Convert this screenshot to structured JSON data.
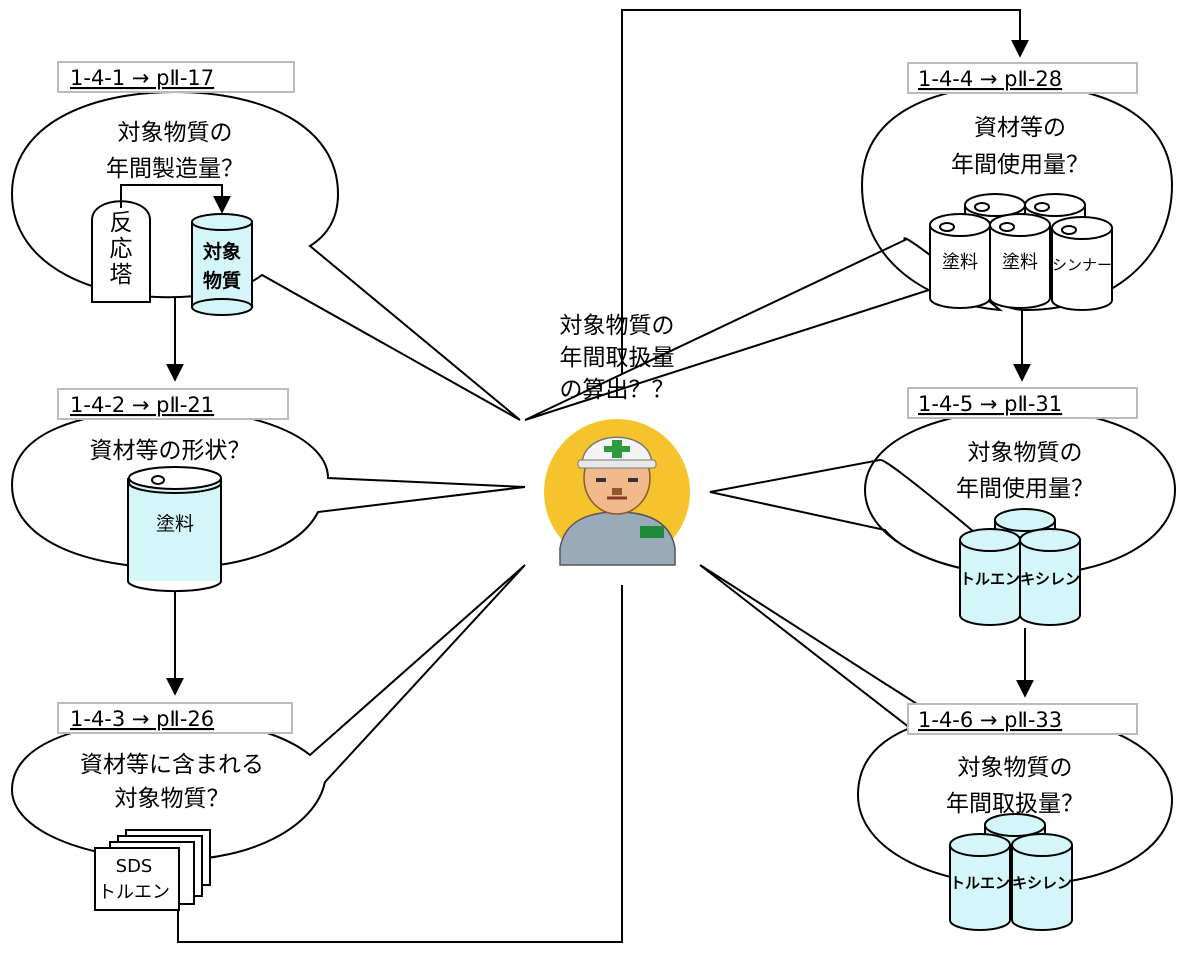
{
  "center": {
    "lines": [
      "対象物質の",
      "年間取扱量",
      "の算出？？"
    ],
    "avatar_icon": "worker-helmet-icon"
  },
  "steps": {
    "s1": {
      "ref": "1-4-1 → pⅡ-17",
      "lines": [
        "対象物質の",
        "年間製造量？"
      ],
      "tower_lines": [
        "反",
        "応",
        "塔"
      ],
      "tank_lines": [
        "対象",
        "物質"
      ]
    },
    "s2": {
      "ref": "1-4-2 → pⅡ-21",
      "lines": [
        "資材等の形状？"
      ],
      "drum": "塗料"
    },
    "s3": {
      "ref": "1-4-3 → pⅡ-26",
      "lines": [
        "資材等に含まれる",
        "対象物質？"
      ],
      "doc_lines": [
        "SDS",
        "トルエン"
      ]
    },
    "s4": {
      "ref": "1-4-4 → pⅡ-28",
      "lines": [
        "資材等の",
        "年間使用量？"
      ],
      "drums": [
        "塗料",
        "塗料",
        "シンナー"
      ]
    },
    "s5": {
      "ref": "1-4-5 → pⅡ-31",
      "lines": [
        "対象物質の",
        "年間使用量？"
      ],
      "drums": [
        "トルエン",
        "キシレン"
      ]
    },
    "s6": {
      "ref": "1-4-6 → pⅡ-33",
      "lines": [
        "対象物質の",
        "年間取扱量？"
      ],
      "drums": [
        "トルエン",
        "キシレン"
      ]
    }
  },
  "colors": {
    "liquid": "#d4f6f8",
    "avatar_bg": "#f5c32c",
    "ref_border": "#bbbbbb"
  }
}
